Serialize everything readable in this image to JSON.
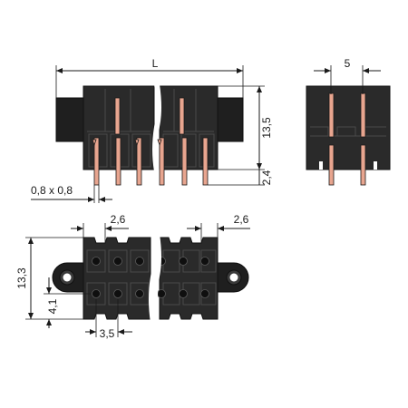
{
  "dimensions": {
    "overall_length": "L",
    "pitch_side": "5",
    "height_top": "13,5",
    "pin_offset": "2,4",
    "pin_size": "0,8 x 0,8",
    "pitch_left": "2,6",
    "pitch_right": "2,6",
    "height_bottom": "13,3",
    "row_offset": "4,1",
    "row_pitch": "3,5"
  },
  "colors": {
    "housing": "#2a2a2a",
    "pin": "#e8a58f"
  }
}
